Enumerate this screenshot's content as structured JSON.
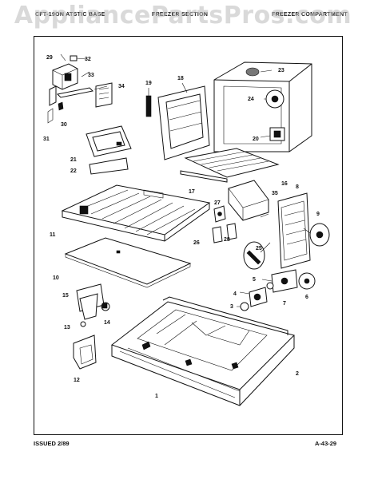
{
  "watermark": "AppliancePartsPros.com",
  "header": {
    "left": "CFT-19ON ATSTIC BASE",
    "center": "FREEZER SECTION",
    "right": "FREEZER COMPARTMENT"
  },
  "footer": {
    "issued": "ISSUED 2/89",
    "page_code": "A-43-29"
  },
  "callouts": [
    "1",
    "2",
    "3",
    "4",
    "5",
    "6",
    "7",
    "8",
    "9",
    "10",
    "11",
    "12",
    "13",
    "14",
    "15",
    "16",
    "17",
    "18",
    "19",
    "20",
    "21",
    "22",
    "23",
    "24",
    "25",
    "26",
    "27",
    "28",
    "29",
    "30",
    "31",
    "32",
    "33",
    "34",
    "35"
  ],
  "colors": {
    "ink": "#111111",
    "paper": "#ffffff",
    "watermark": "#b9b9b9"
  }
}
